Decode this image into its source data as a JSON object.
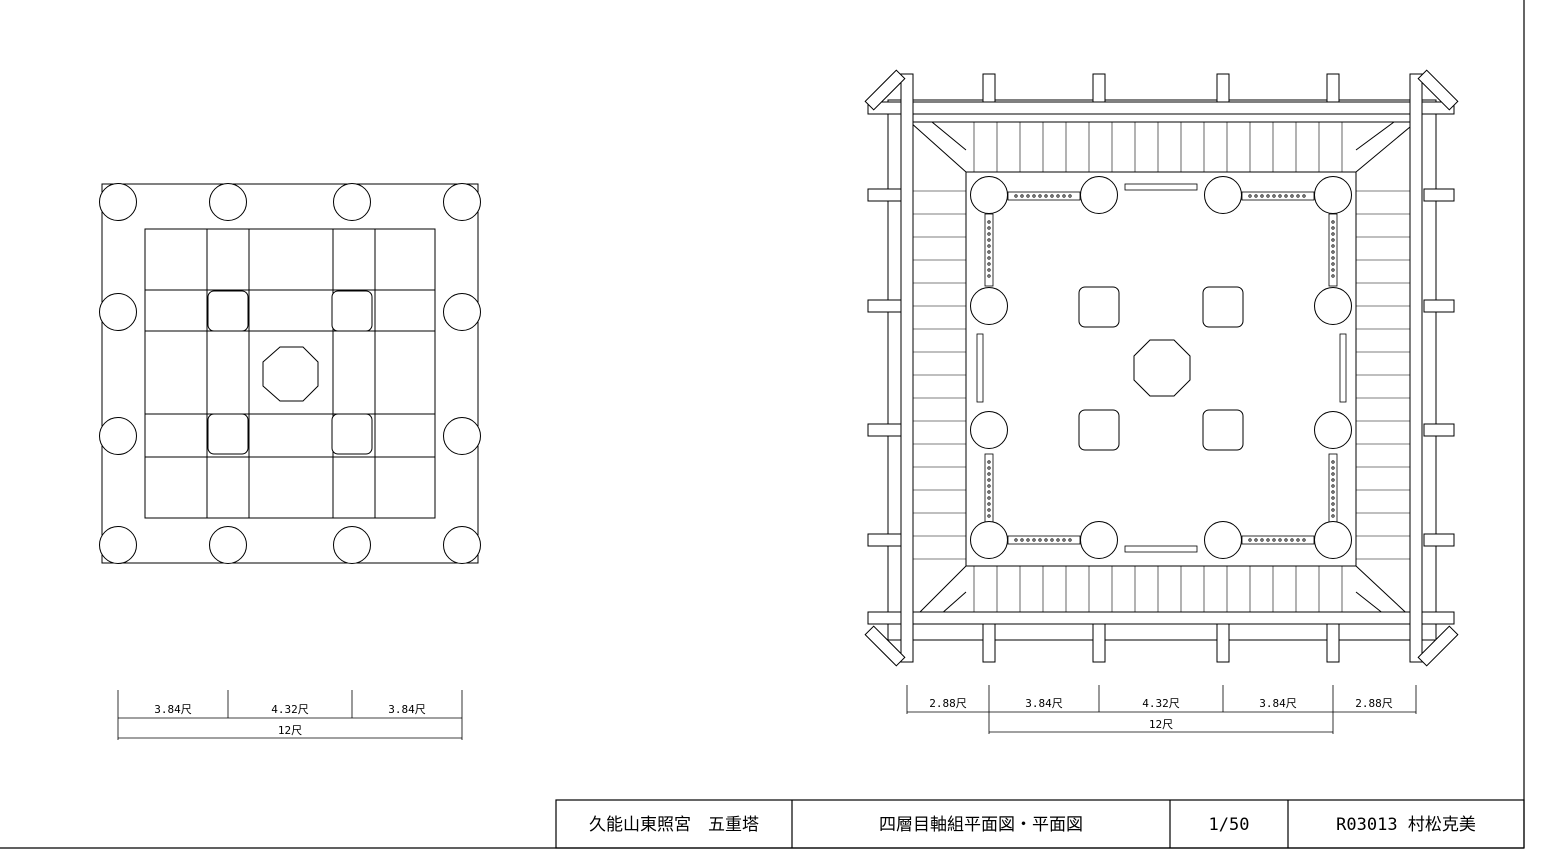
{
  "title_block": {
    "project": "久能山東照宮　五重塔",
    "drawing_title": "四層目軸組平面図・平面図",
    "scale": "1/50",
    "author": "R03013 村松克美"
  },
  "left_plan": {
    "dimensions": {
      "segments": [
        "3.84尺",
        "4.32尺",
        "3.84尺"
      ],
      "total": "12尺"
    }
  },
  "right_plan": {
    "dimensions": {
      "segments": [
        "2.88尺",
        "3.84尺",
        "4.32尺",
        "3.84尺",
        "2.88尺"
      ],
      "total": "12尺"
    }
  },
  "colors": {
    "line": "#000000",
    "paper": "#ffffff"
  }
}
